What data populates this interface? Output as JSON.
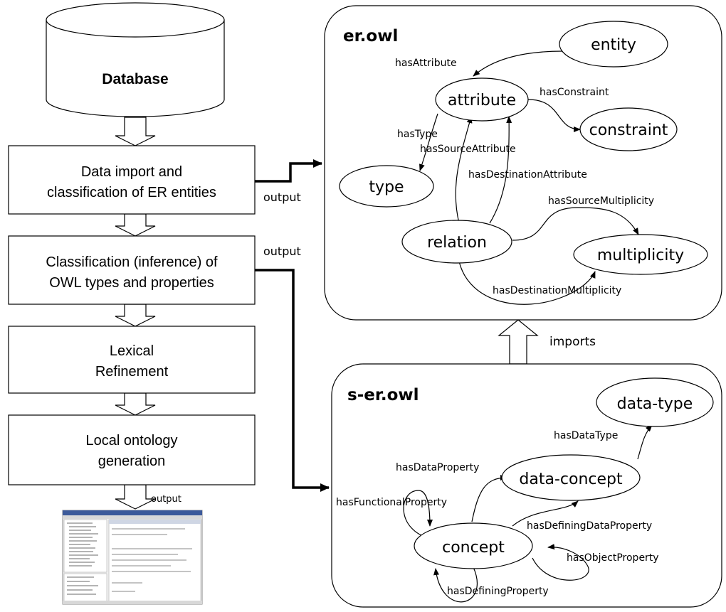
{
  "pipeline": {
    "database": "Database",
    "step1_line1": "Data import and",
    "step1_line2": "classification of ER entities",
    "step2_line1": "Classification (inference) of",
    "step2_line2": "OWL types and properties",
    "step3_line1": "Lexical",
    "step3_line2": "Refinement",
    "step4_line1": "Local ontology",
    "step4_line2": "generation",
    "output_label_1": "output",
    "output_label_2": "output",
    "output_label_3": "output"
  },
  "er_owl": {
    "title": "er.owl",
    "nodes": {
      "entity": "entity",
      "attribute": "attribute",
      "constraint": "constraint",
      "type": "type",
      "relation": "relation",
      "multiplicity": "multiplicity"
    },
    "edges": {
      "hasAttribute": "hasAttribute",
      "hasConstraint": "hasConstraint",
      "hasType": "hasType",
      "hasSourceAttribute": "hasSourceAttribute",
      "hasDestinationAttribute": "hasDestinationAttribute",
      "hasSourceMultiplicity": "hasSourceMultiplicity",
      "hasDestinationMultiplicity": "hasDestinationMultiplicity"
    }
  },
  "imports_label": "imports",
  "s_er_owl": {
    "title": "s-er.owl",
    "nodes": {
      "data_type": "data-type",
      "data_concept": "data-concept",
      "concept": "concept"
    },
    "edges": {
      "hasDataType": "hasDataType",
      "hasDataProperty": "hasDataProperty",
      "hasFunctionalProperty": "hasFunctionalProperty",
      "hasDefiningDataProperty": "hasDefiningDataProperty",
      "hasObjectProperty": "hasObjectProperty",
      "hasDefiningProperty": "hasDefiningProperty"
    }
  }
}
